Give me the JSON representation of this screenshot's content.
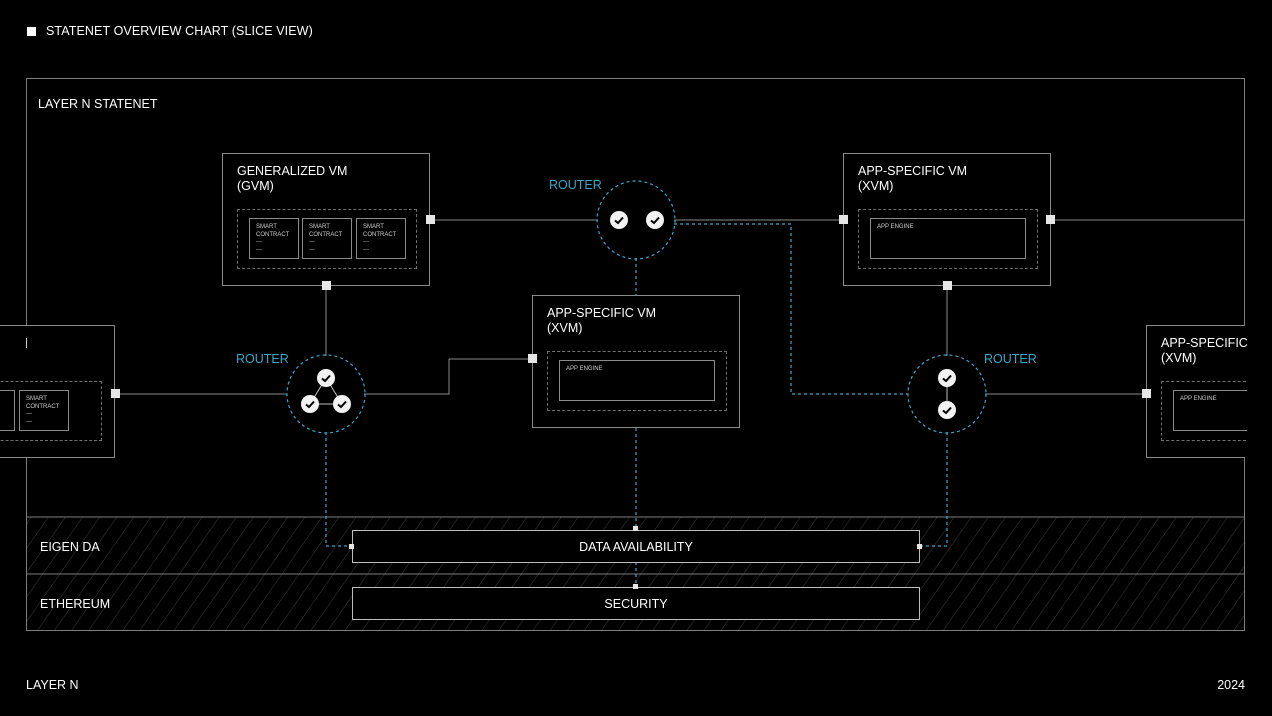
{
  "header": {
    "title": "STATENET OVERVIEW CHART (SLICE VIEW)"
  },
  "footer": {
    "left": "LAYER N",
    "right": "2024"
  },
  "statenet": {
    "label": "LAYER N STATENET"
  },
  "gvm": {
    "title_line1": "GENERALIZED VM",
    "title_line2": "(GVM)",
    "contracts": [
      {
        "line1": "SMART",
        "line2": "CONTRACT",
        "line3": "---",
        "line4": "---"
      },
      {
        "line1": "SMART",
        "line2": "CONTRACT",
        "line3": "---",
        "line4": "---"
      },
      {
        "line1": "SMART",
        "line2": "CONTRACT",
        "line3": "---",
        "line4": "---"
      }
    ]
  },
  "left_partial": {
    "line1": "SMART",
    "line2": "CONTRACT",
    "line3": "---",
    "line4": "---"
  },
  "xvm_top": {
    "title_line1": "APP-SPECIFIC VM",
    "title_line2": "(XVM)",
    "engine": "APP ENGINE"
  },
  "xvm_center": {
    "title_line1": "APP-SPECIFIC VM",
    "title_line2": "(XVM)",
    "engine": "APP ENGINE"
  },
  "xvm_right": {
    "title_line1": "APP-SPECIFIC",
    "title_line2": "(XVM)",
    "engine": "APP ENGINE"
  },
  "routers": {
    "top": "ROUTER",
    "left": "ROUTER",
    "right": "ROUTER"
  },
  "layers": {
    "eigen_da": {
      "label": "EIGEN DA",
      "bar": "DATA AVAILABILITY"
    },
    "ethereum": {
      "label": "ETHEREUM",
      "bar": "SECURITY"
    }
  },
  "colors": {
    "background": "#000000",
    "accent": "#3aa6c9",
    "lines": "#8a8a8a"
  }
}
